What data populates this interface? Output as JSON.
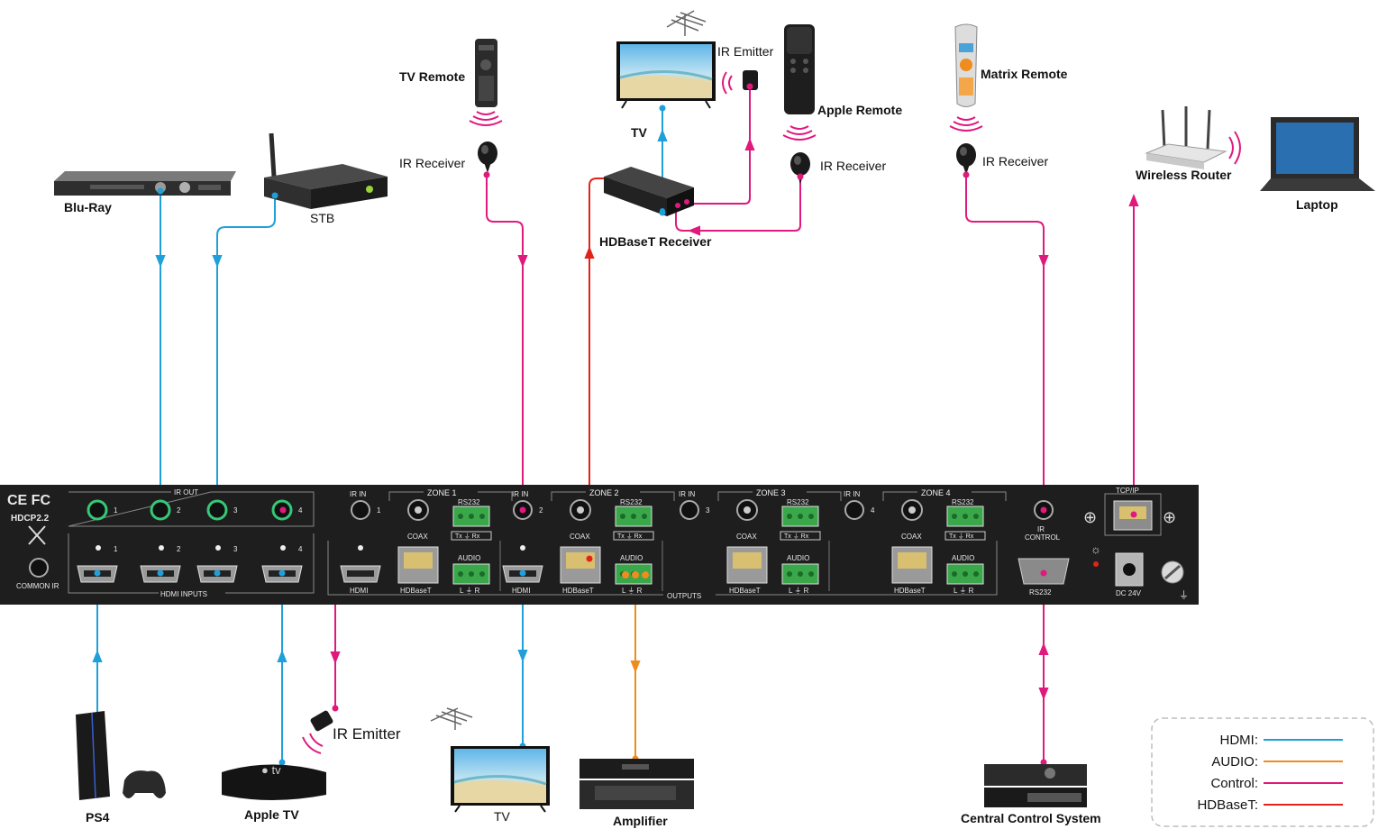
{
  "devices": {
    "blu_ray": "Blu-Ray",
    "stb": "STB",
    "tv_remote": "TV Remote",
    "ir_receiver_1": "IR Receiver",
    "tv_top": "TV",
    "ir_emitter_top": "IR Emitter",
    "apple_remote": "Apple Remote",
    "ir_receiver_2": "IR Receiver",
    "hdbaset_receiver": "HDBaseT Receiver",
    "matrix_remote": "Matrix Remote",
    "ir_receiver_3": "IR Receiver",
    "wireless_router": "Wireless Router",
    "laptop": "Laptop",
    "ps4": "PS4",
    "apple_tv": "Apple TV",
    "ir_emitter_bottom": "IR Emitter",
    "tv_bottom": "TV",
    "amplifier": "Amplifier",
    "central_control": "Central  Control System"
  },
  "panel": {
    "certs": "CE FC",
    "hdcp": "HDCP2.2",
    "common_ir": "COMMON IR",
    "ir_out": "IR OUT",
    "hdmi_inputs": "HDMI INPUTS",
    "outputs": "OUTPUTS",
    "ir_out_nums": [
      "1",
      "2",
      "3",
      "4"
    ],
    "hdmi_in_nums": [
      "1",
      "2",
      "3",
      "4"
    ],
    "zones": [
      {
        "title": "ZONE 1",
        "ir_in": "IR IN",
        "num": "1",
        "coax": "COAX",
        "rs232": "RS232",
        "rs232_pins": "Tx ⏚ Rx",
        "audio": "AUDIO",
        "audio_pins": "L ⏚ R",
        "hdmi": "HDMI",
        "hdbaset": "HDBaseT"
      },
      {
        "title": "ZONE 2",
        "ir_in": "IR IN",
        "num": "2",
        "coax": "COAX",
        "rs232": "RS232",
        "rs232_pins": "Tx ⏚ Rx",
        "audio": "AUDIO",
        "audio_pins": "L ⏚ R",
        "hdmi": "HDMI",
        "hdbaset": "HDBaseT"
      },
      {
        "title": "ZONE 3",
        "ir_in": "IR IN",
        "num": "3",
        "coax": "COAX",
        "rs232": "RS232",
        "rs232_pins": "Tx ⏚ Rx",
        "audio": "AUDIO",
        "audio_pins": "L ⏚ R",
        "hdmi": "",
        "hdbaset": "HDBaseT"
      },
      {
        "title": "ZONE 4",
        "ir_in": "IR IN",
        "num": "4",
        "coax": "COAX",
        "rs232": "RS232",
        "rs232_pins": "Tx ⏚ Rx",
        "audio": "AUDIO",
        "audio_pins": "L ⏚ R",
        "hdmi": "",
        "hdbaset": "HDBaseT"
      }
    ],
    "ir_control": [
      "IR",
      "CONTROL"
    ],
    "tcpip": "TCP/IP",
    "rs232_main": "RS232",
    "dc": "DC 24V"
  },
  "legend": [
    {
      "label": "HDMI:",
      "color": "#1fa0da"
    },
    {
      "label": "AUDIO:",
      "color": "#f08c1e"
    },
    {
      "label": "Control:",
      "color": "#e0197d"
    },
    {
      "label": "HDBaseT:",
      "color": "#e2231a"
    }
  ],
  "colors": {
    "hdmi": "#1fa0da",
    "audio": "#f08c1e",
    "control": "#e0197d",
    "hdbaset": "#e2231a",
    "panel": "#1e1e1e",
    "jack_green": "#36c777"
  }
}
